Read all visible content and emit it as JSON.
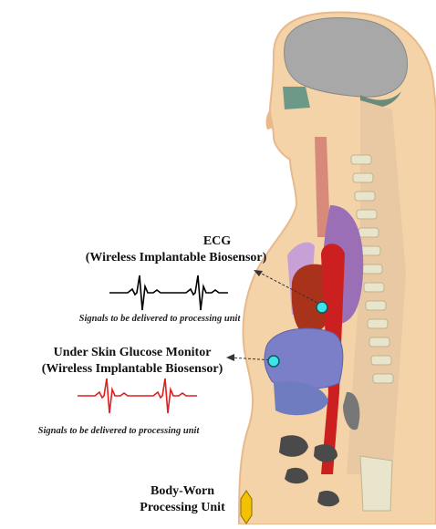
{
  "labels": {
    "ecg_title": "ECG",
    "ecg_subtitle": "(Wireless Implantable Biosensor)",
    "ecg_note": "Signals to be delivered to processing unit",
    "glucose_title": "Under Skin Glucose Monitor",
    "glucose_subtitle": "(Wireless Implantable Biosensor)",
    "glucose_note": "Signals to be delivered to processing unit",
    "unit_line1": "Body-Worn",
    "unit_line2": "Processing Unit"
  },
  "colors": {
    "skin": "#f4d3a8",
    "skin_edge": "#e8b98a",
    "brain": "#a8a8a8",
    "heart": "#a8321a",
    "lung": "#9b6fb6",
    "liver": "#7b7fc8",
    "aorta": "#cc1f1f",
    "spine": "#e9e4cc",
    "sensor": "#3fe3ea",
    "ecg_wave": "#000000",
    "glucose_wave": "#e02020",
    "processing_unit": "#f2c200"
  },
  "icons": [
    "ecg-waveform-icon",
    "glucose-waveform-icon",
    "sensor-dot-icon",
    "processing-unit-icon"
  ]
}
